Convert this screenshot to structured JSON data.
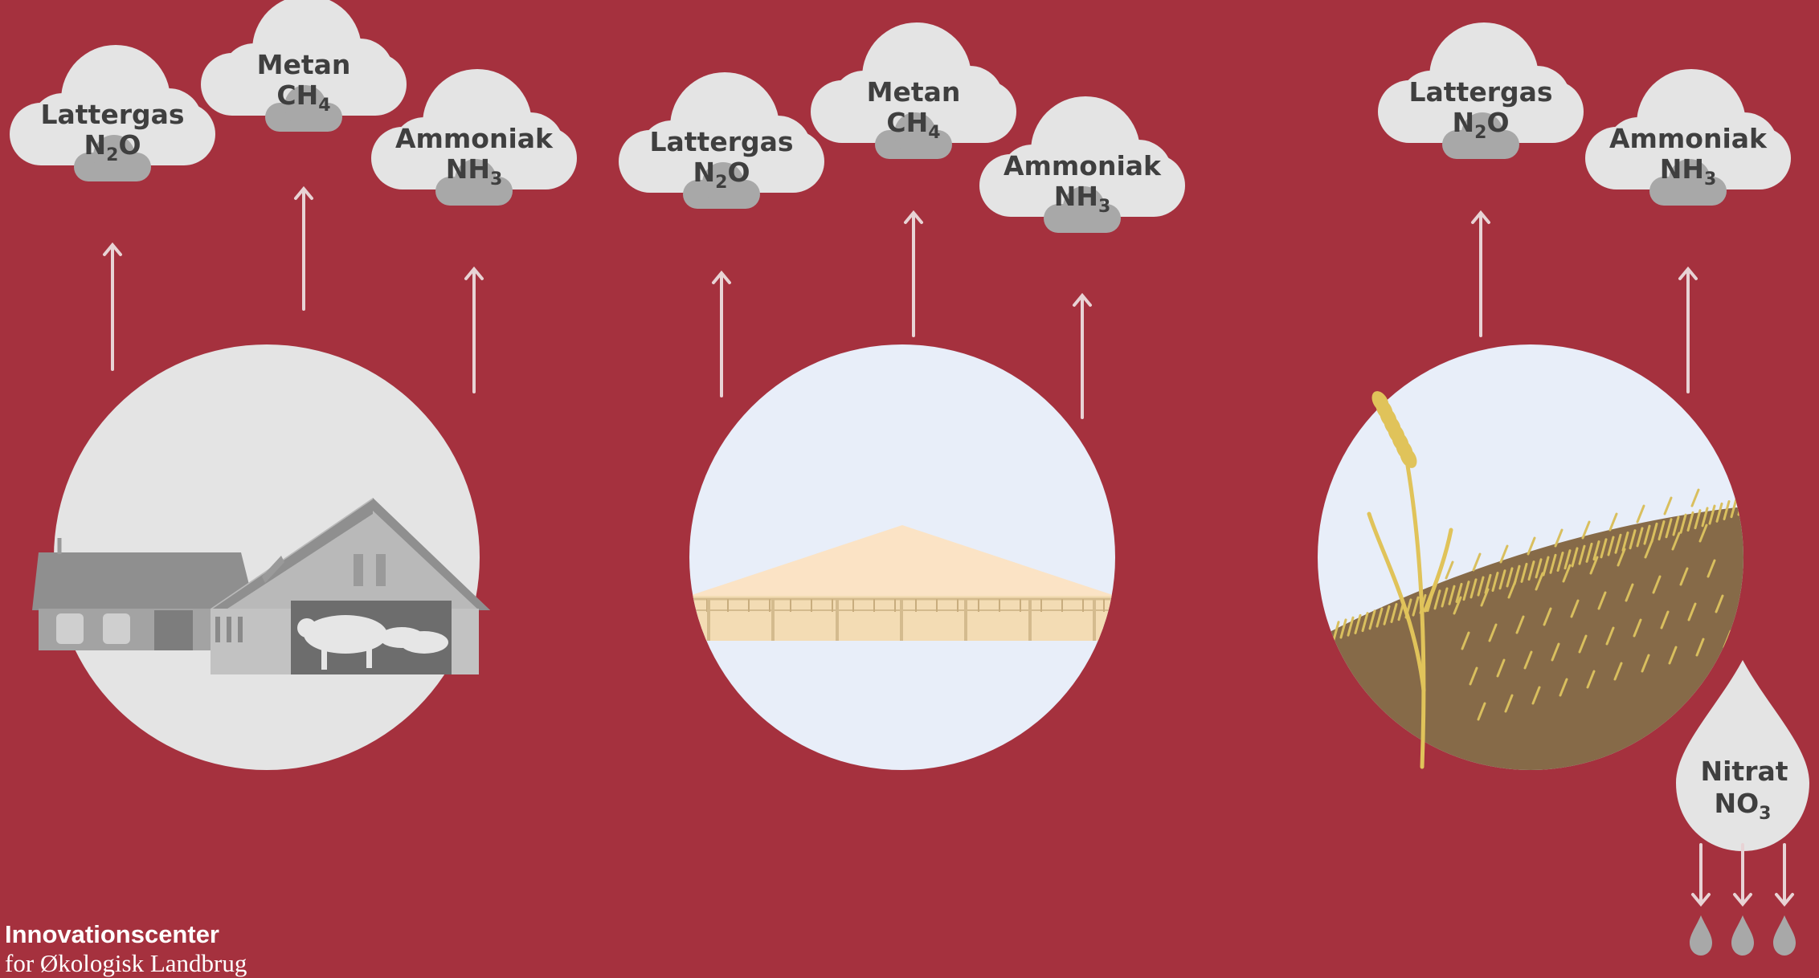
{
  "colors": {
    "background": "#a5313e",
    "cloud": "#e4e4e4",
    "small_cloud": "#a8a8a8",
    "arrow": "#e8d3d5",
    "farm_circle": "#e4e4e4",
    "sky_circle": "#e8eef9",
    "label_text": "#3f3f3f"
  },
  "icons": {
    "gas_cloud": "cloud-icon",
    "emission_arrow": "arrow-up-icon",
    "leaching_arrow": "arrow-down-icon",
    "drop": "water-drop-icon"
  },
  "groups": [
    {
      "scene": "barn",
      "scene_icon": "pig-barn-icon",
      "clouds": [
        {
          "label": "Lattergas",
          "formula": "N",
          "sub": "2",
          "tail": "O"
        },
        {
          "label": "Metan",
          "formula": "CH",
          "sub": "4",
          "tail": ""
        },
        {
          "label": "Ammoniak",
          "formula": "NH",
          "sub": "3",
          "tail": ""
        }
      ]
    },
    {
      "scene": "manure_storage",
      "scene_icon": "manure-storage-icon",
      "clouds": [
        {
          "label": "Lattergas",
          "formula": "N",
          "sub": "2",
          "tail": "O"
        },
        {
          "label": "Metan",
          "formula": "CH",
          "sub": "4",
          "tail": ""
        },
        {
          "label": "Ammoniak",
          "formula": "NH",
          "sub": "3",
          "tail": ""
        }
      ]
    },
    {
      "scene": "field",
      "scene_icon": "wheat-field-icon",
      "clouds": [
        {
          "label": "Lattergas",
          "formula": "N",
          "sub": "2",
          "tail": "O"
        },
        {
          "label": "Ammoniak",
          "formula": "NH",
          "sub": "3",
          "tail": ""
        }
      ]
    }
  ],
  "leaching": {
    "label": "Nitrat",
    "formula": "NO",
    "sub": "3",
    "tail": ""
  },
  "footer": {
    "line1": "Innovationscenter",
    "line2": "for Økologisk Landbrug"
  }
}
